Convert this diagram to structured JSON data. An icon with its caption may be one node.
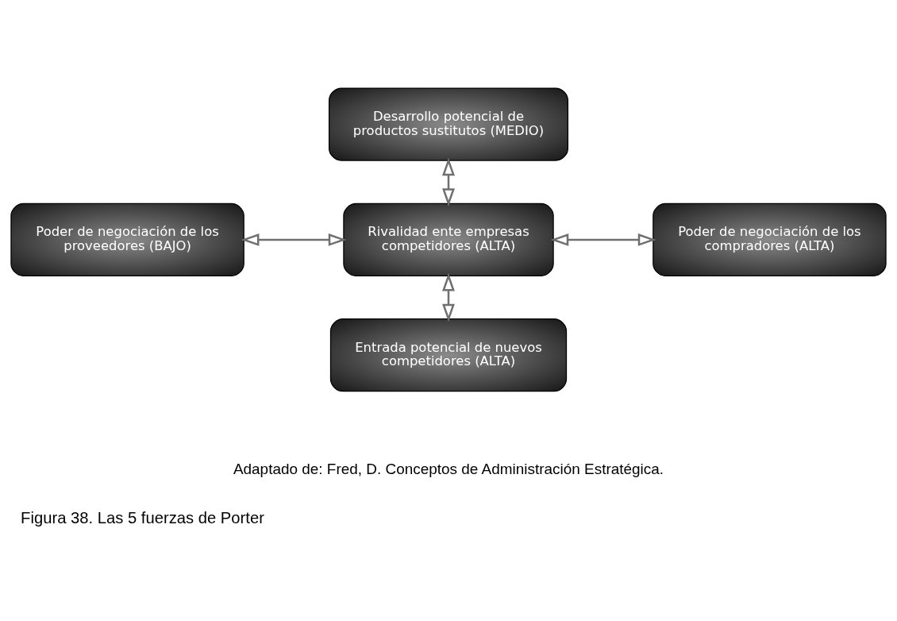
{
  "diagram": {
    "caption": "Figura 38. Las 5 fuerzas de Porter",
    "nodes": [
      {
        "text": [
          "Desarrollo potencial de productos sustitutos (MEDIO)"
        ]
      },
      {
        "text": [
          "Poder de negociación de los proveedores (BAJO)"
        ]
      },
      {
        "text": [
          "Rivalidad ente empresas competidores (ALTA)"
        ]
      },
      {
        "text": [
          "Poder de negociación de los compradores (ALTA)"
        ]
      },
      {
        "text": [
          "Entrada potencial de nuevos competidores (ALTA)"
        ]
      }
    ],
    "edges": [
      {
        "from": 0,
        "to": 2,
        "arrow": "both"
      },
      {
        "from": 1,
        "to": 2,
        "arrow": "both"
      },
      {
        "from": 2,
        "to": 3,
        "arrow": "both"
      },
      {
        "from": 2,
        "to": 4,
        "arrow": "both"
      }
    ],
    "labels": [
      "Adaptado de: Fred, D. Conceptos de Administración Estratégica."
    ]
  }
}
